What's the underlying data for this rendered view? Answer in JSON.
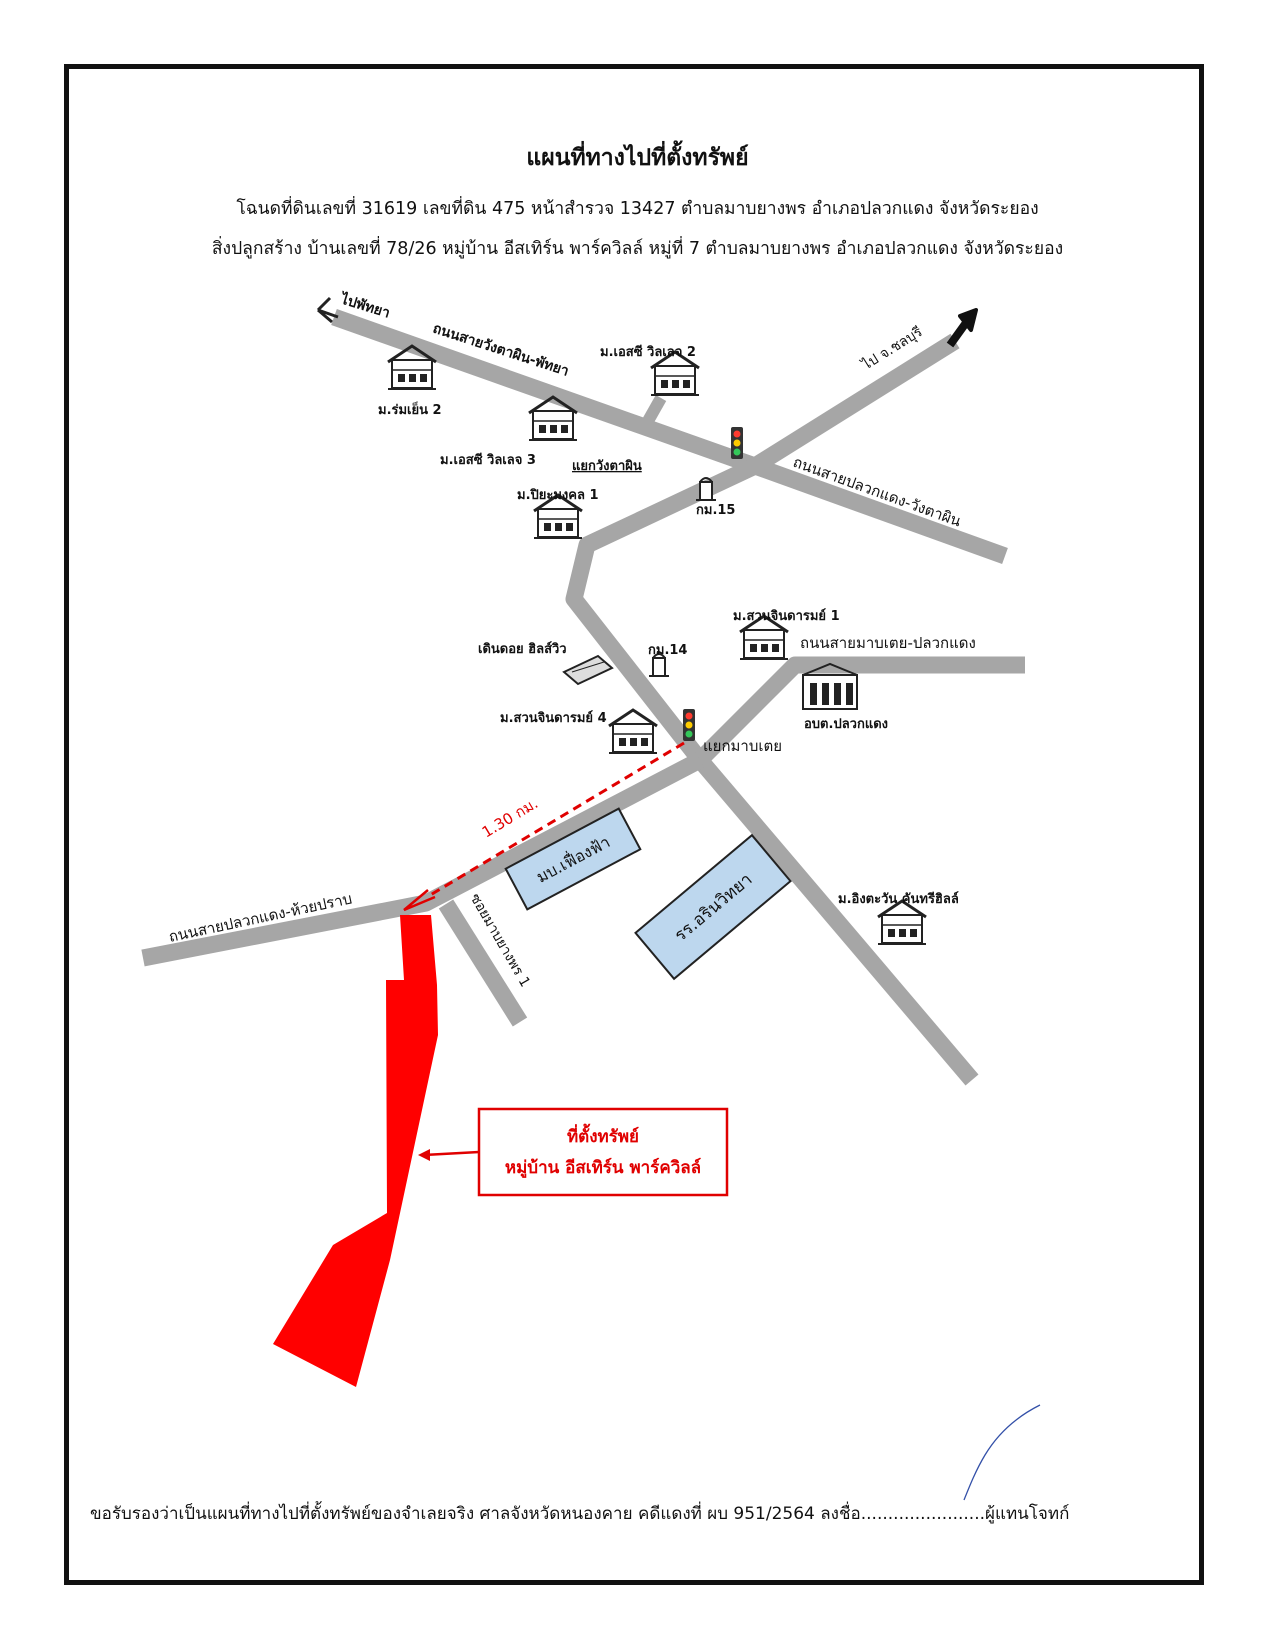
{
  "header": {
    "title": "แผนที่ทางไปที่ตั้งทรัพย์",
    "deed_line": "โฉนดที่ดินเลขที่ 31619  เลขที่ดิน 475  หน้าสำรวจ 13427  ตำบลมาบยางพร  อำเภอปลวกแดง  จังหวัดระยอง",
    "building_line": "สิ่งปลูกสร้าง  บ้านเลขที่ 78/26  หมู่บ้าน อีสเทิร์น พาร์ควิลล์  หมู่ที่ 7  ตำบลมาบยางพร  อำเภอปลวกแดง  จังหวัดระยอง"
  },
  "map": {
    "direction_to_pattaya": "ไปพัทยา",
    "road_wangtaphin_pattaya": "ถนนสายวังตาผิน-พัทยา",
    "direction_to_chonburi": "ไป จ.ชลบุรี",
    "road_pluakdaeng_wangtaphin": "ถนนสายปลวกแดง-วังตาผิน",
    "road_maptoei_pluakdaeng": "ถนนสายมาบเตย-ปลวกแดง",
    "road_pluakdaeng_huaiprap": "ถนนสายปลวกแดง-ห้วยปราบ",
    "soi_mapyangphon_1": "ซอยมาบยางพร 1",
    "junction_wangtaphin": "แยกวังตาผิน",
    "junction_maptoei": "แยกมาบเตย",
    "distance_label": "1.30 กม.",
    "village_siam_city_2": "ม.เอสซี วิลเลจ 2",
    "village_ruenrueng_2": "ม.ร่มเย็น 2",
    "village_siam_city_3": "ม.เอสซี วิลเลจ 3",
    "village_piyamongkol_1": "ม.ปิยะมงคล 1",
    "village_suanjinda_1": "ม.สวนจินดารมย์ 1",
    "village_suanjinda_4": "ม.สวนจินดารมย์ 4",
    "village_ingtawan": "ม.อิงตะวัน คันทรีฮิลล์",
    "km_15": "กม.15",
    "km_14": "กม.14",
    "golf_driving_range": "เดินดอย ฮิลส์วิว",
    "tambon_admin_org": "อบต.ปลวกแดง",
    "market_fueangfa": "มบ.เฟื่องฟ้า",
    "school_arinwittaya": "รร.อรินวิทยา",
    "property_callout": {
      "line1": "ที่ตั้งทรัพย์",
      "line2": "หมู่บ้าน อีสเทิร์น พาร์ควิลล์"
    },
    "colors": {
      "road": "#a6a6a6",
      "property": "#ff0000",
      "route": "#e00000",
      "box_fill": "#bdd7ee"
    }
  },
  "certification": "ขอรับรองว่าเป็นแผนที่ทางไปที่ตั้งทรัพย์ของจำเลยจริง ศาลจังหวัดหนองคาย คดีแดงที่ ผบ 951/2564 ลงชื่อ.......................ผู้แทนโจทก์"
}
